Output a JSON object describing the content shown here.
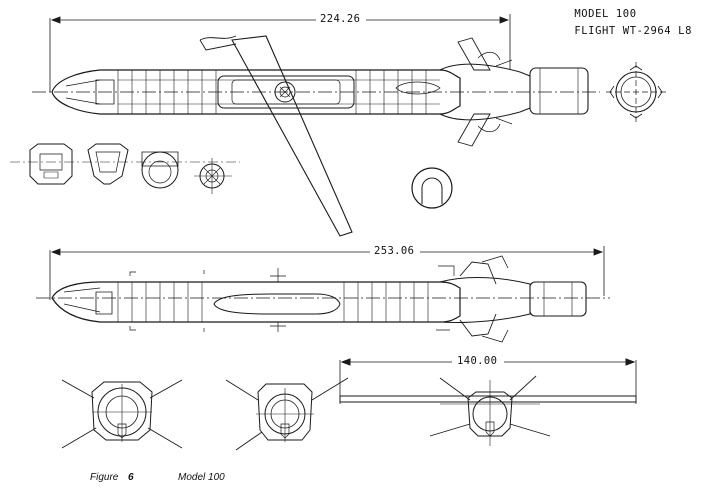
{
  "header": {
    "line1": "MODEL 100",
    "line2": "FLIGHT WT-2964 L8"
  },
  "dimensions": {
    "top_length": "224.26",
    "side_length": "253.06",
    "span": "140.00"
  },
  "caption": {
    "figure_label": "Figure",
    "figure_number": "6",
    "model": "Model 100"
  }
}
